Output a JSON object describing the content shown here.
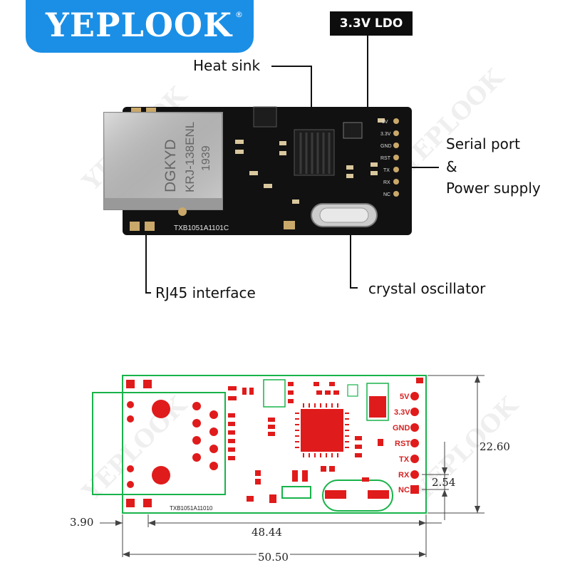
{
  "brand": {
    "name": "YEPLOOK",
    "reg": "®"
  },
  "photo_callouts": {
    "ldo": "3.3V LDO",
    "heat_sink": "Heat sink",
    "serial_line1": "Serial port",
    "serial_line2": "&",
    "serial_line3": "Power supply",
    "rj45": "RJ45 interface",
    "crystal": "crystal oscillator"
  },
  "photo_board": {
    "jack_text": [
      "DGKYD",
      "KRJ-138ENL",
      "1939"
    ],
    "model": "TXB1051A1101C",
    "pins": [
      "5V",
      "3.3V",
      "GND",
      "RST",
      "TX",
      "RX",
      "NC"
    ]
  },
  "drawing": {
    "model": "TXB1051A11010",
    "pins": [
      "5V",
      "3.3V",
      "GND",
      "RST",
      "TX",
      "RX",
      "NC"
    ],
    "dimensions": {
      "height": "22.60",
      "pitch": "2.54",
      "offset": "3.90",
      "inner_length": "48.44",
      "total_length": "50.50"
    }
  },
  "colors": {
    "brand_blue": "#1b8fe6",
    "pcb_black": "#111111",
    "silk_green": "#18b34a",
    "pad_red": "#e01b1b"
  }
}
